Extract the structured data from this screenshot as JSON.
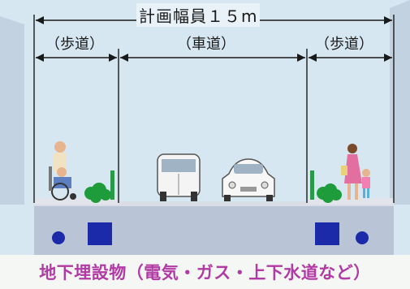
{
  "total_width_label": "計画幅員１５m",
  "sections": {
    "left_sidewalk": "（歩道）",
    "carriageway": "（車道）",
    "right_sidewalk": "（歩道）"
  },
  "caption": "地下埋設物（電気・ガス・上下水道など）",
  "colors": {
    "background": "#d7e7f1",
    "ground": "#b9c4d6",
    "pipe_blue": "#1b2aa8",
    "caption_text": "#b23aa4",
    "dimension_line": "#1a1a1a"
  }
}
